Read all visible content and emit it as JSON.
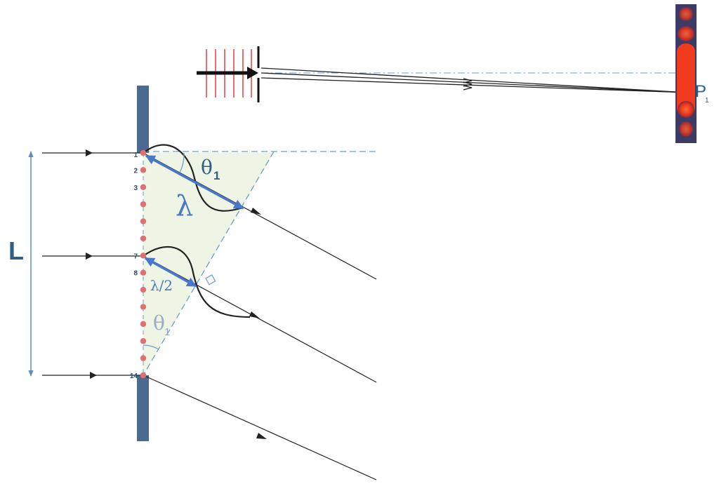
{
  "labels": {
    "L": "L",
    "P": "P",
    "P_sub": "1",
    "theta_sym": "θ",
    "theta_sub": "1",
    "lambda": "λ",
    "half_lambda": "λ/2"
  },
  "slit_points": [
    {
      "label": "1"
    },
    {
      "label": "2"
    },
    {
      "label": "3"
    },
    {
      "label": ""
    },
    {
      "label": ""
    },
    {
      "label": ""
    },
    {
      "label": "7"
    },
    {
      "label": "8"
    },
    {
      "label": ""
    },
    {
      "label": ""
    },
    {
      "label": ""
    },
    {
      "label": ""
    },
    {
      "label": ""
    },
    {
      "label": "14"
    }
  ],
  "colors": {
    "barrier": "#4a6a92",
    "dot": "#e07070",
    "accent_blue": "#4a78c8",
    "label_dark": "#2f5f84",
    "theta_light": "#9aaac8",
    "shade": "#eef5e4",
    "dashed": "#6e9ccc",
    "ray": "#222222",
    "source_lines": "#e04040",
    "screen_bg": "#3c3b66",
    "fringe": "#ff3b1f"
  }
}
